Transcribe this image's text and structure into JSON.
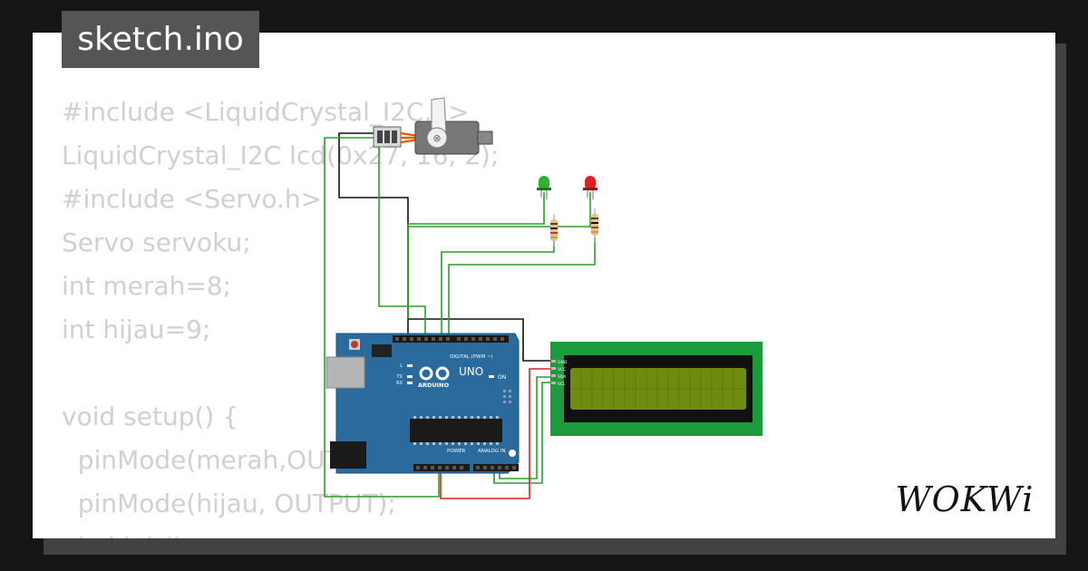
{
  "sketch": {
    "filename": "sketch.ino"
  },
  "code_lines": [
    "#include <LiquidCrystal_I2C.h>",
    "LiquidCrystal_I2C lcd(0x27, 16, 2);",
    "#include <Servo.h>",
    "Servo servoku;",
    "int merah=8;",
    "int hijau=9;",
    "",
    "void setup() {",
    "  pinMode(merah,OUTPUT);",
    "  pinMode(hijau, OUTPUT);",
    "  lcd.init();"
  ],
  "board": {
    "brand": "ARDUINO",
    "model": "UNO",
    "digital_header": "DIGITAL (PWM ~)",
    "power_header": "POWER",
    "analog_header": "ANALOG IN",
    "on_label": "ON",
    "tx_label": "TX",
    "rx_label": "RX",
    "l_label": "L"
  },
  "lcd": {
    "pins": [
      "GND",
      "VCC",
      "SDA",
      "SCL"
    ]
  },
  "branding": {
    "logo_text": "WOKWi"
  },
  "colors": {
    "wire_green": "#2aa02a",
    "wire_red": "#e02020",
    "wire_black": "#111111",
    "board_blue": "#2b6a9c",
    "lcd_green": "#1c9a3c",
    "lcd_screen": "#6e8c0e"
  }
}
